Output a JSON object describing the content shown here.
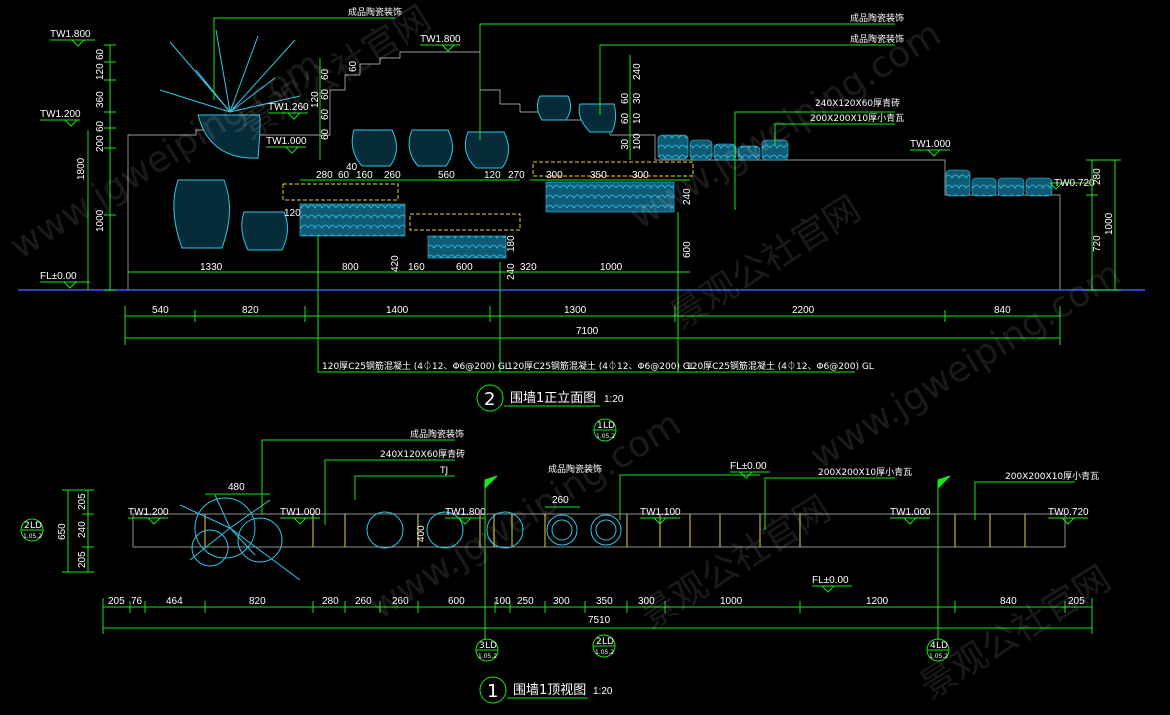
{
  "elevation": {
    "title": "围墙1正立面图",
    "number": "2",
    "scale": "1:20",
    "levels": [
      "TW1.800",
      "TW1.200",
      "TW1.260",
      "TW1.000",
      "TW1.800",
      "TW1.000",
      "TW0.720",
      "FL±0.00"
    ],
    "callouts": [
      "成品陶瓷装饰",
      "成品陶瓷装饰",
      "成品陶瓷装饰",
      "240X120X60厚青砖",
      "200X200X10厚小青瓦"
    ],
    "beam_notes": [
      "120厚C25钢筋混凝土 (4⏀12、Φ6@200) GL",
      "120厚C25钢筋混凝土 (4⏀12、Φ6@200) GL",
      "120厚C25钢筋混凝土 (4⏀12、Φ6@200) GL"
    ],
    "left_dims": [
      "60",
      "120",
      "360",
      "200",
      "60",
      "1800",
      "1000"
    ],
    "right_dims": [
      "280",
      "1000",
      "720"
    ],
    "stair_dims": [
      "60",
      "60",
      "60",
      "120",
      "60",
      "60"
    ],
    "mid_dims": [
      "240",
      "60",
      "30",
      "60",
      "10",
      "100",
      "30"
    ],
    "inner_dims": [
      "40",
      "280",
      "60",
      "160",
      "260",
      "560",
      "120",
      "270",
      "300",
      "350",
      "300",
      "120",
      "240",
      "180",
      "600",
      "420",
      "160",
      "240"
    ],
    "bottom_inner": [
      "1330",
      "800",
      "600",
      "320",
      "1000"
    ],
    "bottom_chain": [
      "540",
      "820",
      "1400",
      "1300",
      "2200",
      "840"
    ],
    "total": "7100"
  },
  "plan": {
    "title": "围墙1顶视图",
    "number": "1",
    "scale": "1:20",
    "levels": [
      "TW1.200",
      "TW1.000",
      "TW1.800",
      "TW1.100",
      "TW1.000",
      "TW0.720",
      "FL±0.00",
      "FL±0.00"
    ],
    "callouts": [
      "成品陶瓷装饰",
      "240X120X60厚青砖",
      "TJ",
      "成品陶瓷装饰",
      "200X200X10厚小青瓦",
      "200X200X10厚小青瓦"
    ],
    "top_dims": [
      "480",
      "260"
    ],
    "left_dims": [
      "205",
      "240",
      "205",
      "650"
    ],
    "inner_dim": "400",
    "bottom_chain": [
      "205",
      "76",
      "464",
      "820",
      "280",
      "260",
      "260",
      "600",
      "100",
      "250",
      "300",
      "350",
      "300",
      "1000",
      "1200",
      "840",
      "205"
    ],
    "total": "7510"
  },
  "section_marks": [
    {
      "num": "1",
      "ref": "LD",
      "sheet": "1.05.2"
    },
    {
      "num": "2",
      "ref": "LD",
      "sheet": "1.05.2"
    },
    {
      "num": "3",
      "ref": "LD",
      "sheet": "1.05.2"
    },
    {
      "num": "2",
      "ref": "LD",
      "sheet": "1.05.2"
    },
    {
      "num": "4",
      "ref": "LD",
      "sheet": "1.05.2"
    }
  ],
  "watermarks": [
    "www.jgweiping.com",
    "景观公社官网"
  ],
  "colors": {
    "dim": "#19e619",
    "wall": "#cfcfcf",
    "accent": "#e6d23c",
    "water": "#1aa6c8",
    "bg": "#000000"
  }
}
